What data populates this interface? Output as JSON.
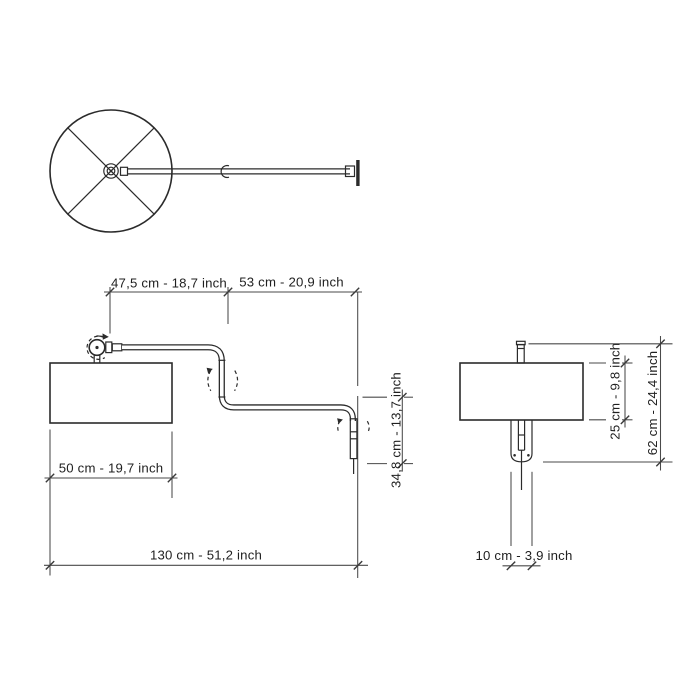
{
  "drawing": {
    "type": "technical-dimension-diagram",
    "colors": {
      "background": "#ffffff",
      "object_line": "#2b2b2b",
      "dimension_line": "#4a4a4a",
      "text": "#1f1f1f"
    },
    "icons": {
      "rotation_arrow": "dashed-arc-with-arrowhead"
    },
    "dimensions": {
      "arm_section_1": "47,5 cm - 18,7 inch",
      "arm_section_2": "53 cm - 20,9 inch",
      "shade_width": "50 cm - 19,7 inch",
      "total_reach": "130 cm - 51,2 inch",
      "wall_bracket_height": "34,8 cm - 13,7 inch",
      "shade_height": "25 cm - 9,8 inch",
      "total_height": "62 cm - 24,4 inch",
      "stem_width": "10 cm - 3,9 inch"
    }
  }
}
